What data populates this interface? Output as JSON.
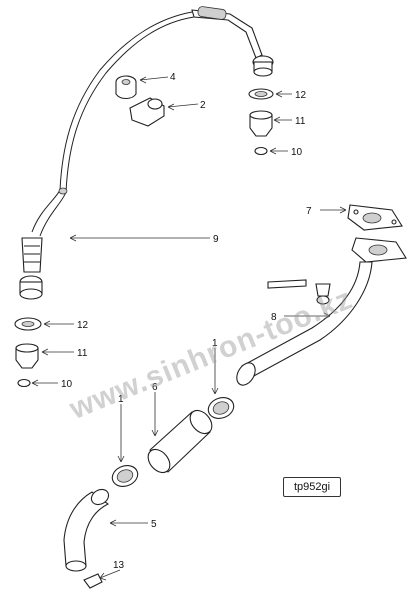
{
  "callouts": [
    {
      "id": "c1",
      "label": "1"
    },
    {
      "id": "c2",
      "label": "2"
    },
    {
      "id": "c4",
      "label": "4"
    },
    {
      "id": "c5",
      "label": "5"
    },
    {
      "id": "c6",
      "label": "6"
    },
    {
      "id": "c7",
      "label": "7"
    },
    {
      "id": "c8",
      "label": "8"
    },
    {
      "id": "c9",
      "label": "9"
    },
    {
      "id": "c10a",
      "label": "10"
    },
    {
      "id": "c10b",
      "label": "10"
    },
    {
      "id": "c11a",
      "label": "11"
    },
    {
      "id": "c11b",
      "label": "11"
    },
    {
      "id": "c12a",
      "label": "12"
    },
    {
      "id": "c12b",
      "label": "12"
    },
    {
      "id": "c13",
      "label": "13"
    },
    {
      "id": "c1b",
      "label": "1"
    }
  ],
  "figure_code": "tp952gi",
  "watermark": "www.sinhron-too.kz"
}
